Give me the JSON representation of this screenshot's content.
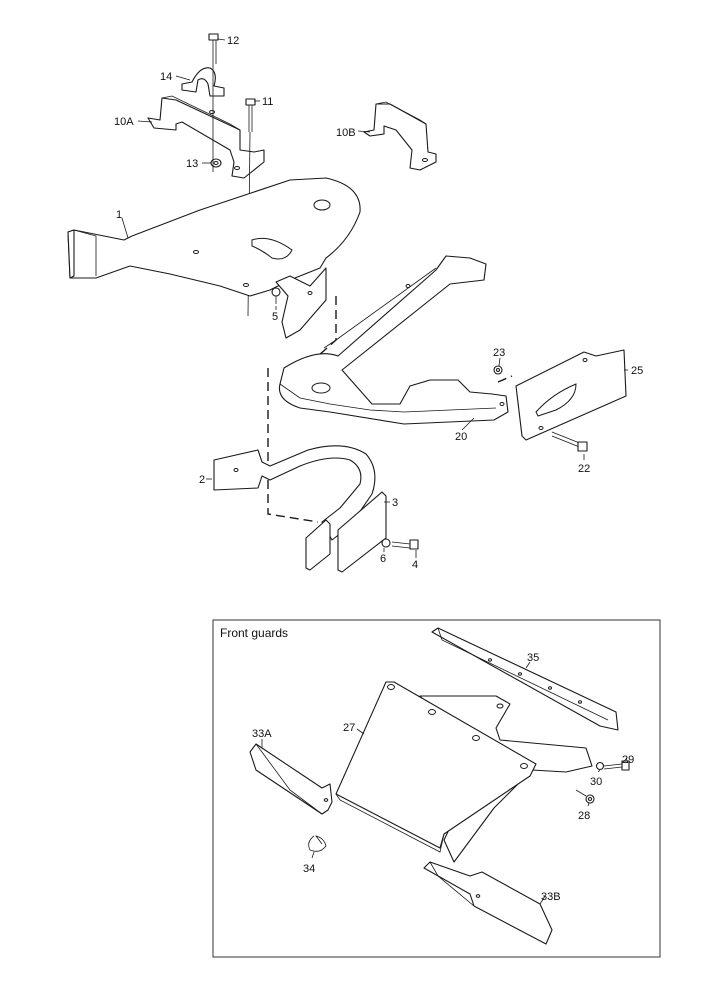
{
  "panel": {
    "title": "Front guards"
  },
  "labels": {
    "p1": "1",
    "p2": "2",
    "p3": "3",
    "p4": "4",
    "p5": "5",
    "p6": "6",
    "p10A": "10A",
    "p10B": "10B",
    "p11": "11",
    "p12": "12",
    "p13": "13",
    "p14": "14",
    "p20": "20",
    "p22": "22",
    "p23": "23",
    "p25": "25",
    "p27": "27",
    "p28": "28",
    "p29": "29",
    "p30": "30",
    "p33A": "33A",
    "p33B": "33B",
    "p34": "34",
    "p35": "35"
  }
}
